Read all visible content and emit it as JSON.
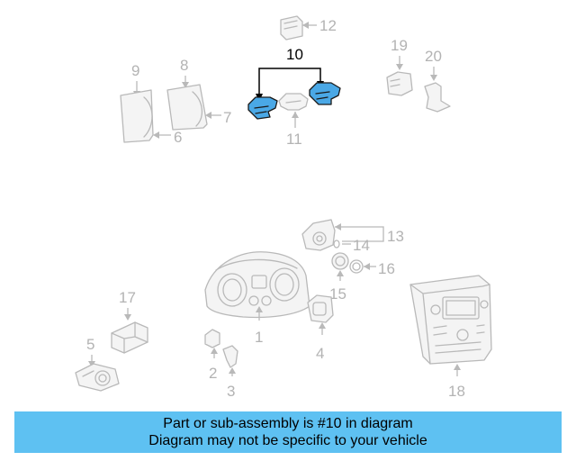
{
  "diagram": {
    "callouts": {
      "c1": "1",
      "c2": "2",
      "c3": "3",
      "c4": "4",
      "c5": "5",
      "c6": "6",
      "c7": "7",
      "c8": "8",
      "c9": "9",
      "c10": "10",
      "c11": "11",
      "c12": "12",
      "c13": "13",
      "c14": "14",
      "c15": "15",
      "c16": "16",
      "c17": "17",
      "c18": "18",
      "c19": "19",
      "c20": "20"
    },
    "highlighted_part": "10",
    "colors": {
      "highlight_fill": "#4aa8e6",
      "part_stroke": "#b9b9b9",
      "banner_background": "#5ec1f2"
    }
  },
  "banner": {
    "line1": "Part or sub-assembly is #10 in diagram",
    "line2": "Diagram may not be specific to your vehicle"
  }
}
